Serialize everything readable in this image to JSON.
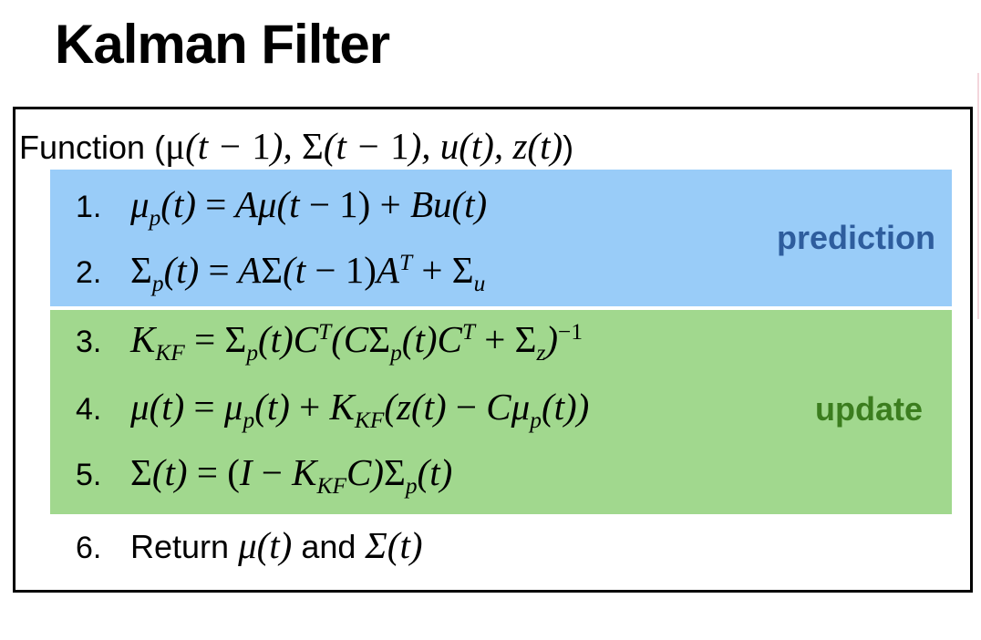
{
  "title": "Kalman Filter",
  "function_header": {
    "prefix": "Function (",
    "args": "μ(t − 1), Σ(t − 1), u(t), z(t)",
    "suffix": ")"
  },
  "prediction": {
    "label": "prediction",
    "color": "#99ccf8",
    "label_color": "#2e5d9d"
  },
  "update": {
    "label": "update",
    "color": "#a1d88e",
    "label_color": "#3b7d1e"
  },
  "steps": [
    {
      "num": "1.",
      "text": "μp(t) = Aμ(t − 1) + Bu(t)"
    },
    {
      "num": "2.",
      "text": "Σp(t) = AΣ(t − 1)AT + Σu"
    },
    {
      "num": "3.",
      "text": "KKF = Σp(t)CT(CΣp(t)CT + Σz)−1"
    },
    {
      "num": "4.",
      "text": "μ(t) = μp(t) + KKF(z(t) − Cμp(t))"
    },
    {
      "num": "5.",
      "text": "Σ(t) = (I − KKFC)Σp(t)"
    },
    {
      "num": "6.",
      "text_prefix": "Return ",
      "var1": "μ(t)",
      "and": " and ",
      "var2": "Σ(t)"
    }
  ]
}
